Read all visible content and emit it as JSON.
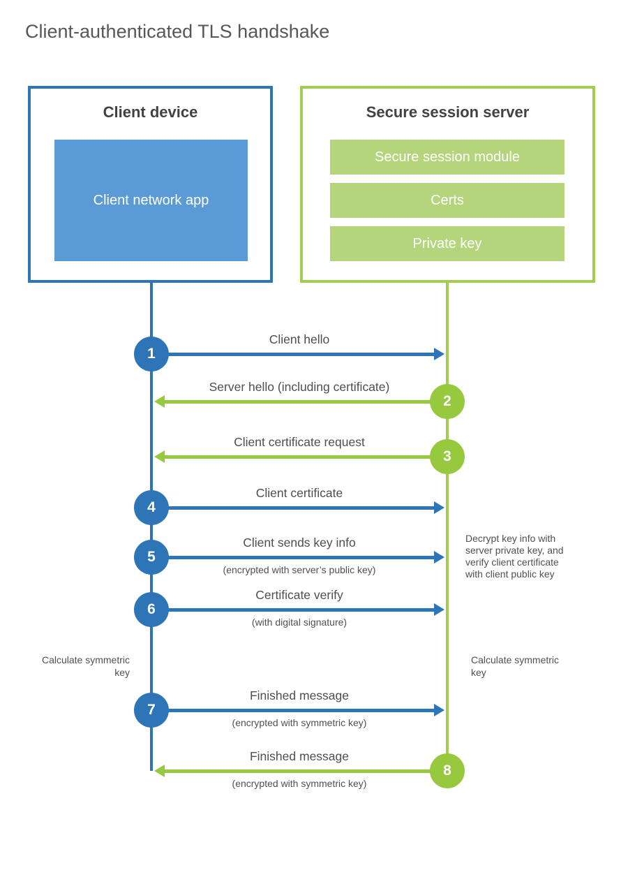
{
  "title": "Client-authenticated TLS handshake",
  "client": {
    "title": "Client device",
    "app_label": "Client network app"
  },
  "server": {
    "title": "Secure session server",
    "modules": [
      "Secure session module",
      "Certs",
      "Private key"
    ]
  },
  "rows": [
    {
      "step": 1,
      "direction": "client-to-server",
      "label": "Client hello",
      "sub": ""
    },
    {
      "step": 2,
      "direction": "server-to-client",
      "label": "Server hello (including certificate)",
      "sub": ""
    },
    {
      "step": 3,
      "direction": "server-to-client",
      "label": "Client certificate request",
      "sub": ""
    },
    {
      "step": 4,
      "direction": "client-to-server",
      "label": "Client certificate",
      "sub": ""
    },
    {
      "step": 5,
      "direction": "client-to-server",
      "label": "Client sends key info",
      "sub": "(encrypted with server’s public key)"
    },
    {
      "step": 6,
      "direction": "client-to-server",
      "label": "Certificate verify",
      "sub": "(with digital signature)"
    },
    {
      "step": 7,
      "direction": "client-to-server",
      "label": "Finished message",
      "sub": "(encrypted with symmetric key)"
    },
    {
      "step": 8,
      "direction": "server-to-client",
      "label": "Finished message",
      "sub": "(encrypted with symmetric key)"
    }
  ],
  "notes": {
    "decrypt": "Decrypt key info with server private key, and verify client certificate with client public key",
    "calc_left": "Calculate symmetric key",
    "calc_right": "Calculate symmetric key"
  },
  "colors": {
    "client_accent": "#2e75b8",
    "client_fill": "#5b9bd5",
    "server_accent": "#97c93e",
    "server_line": "#a3cc52",
    "server_fill": "#b5d57d",
    "text_dark": "#3f4347",
    "text_gray": "#4d5055"
  }
}
